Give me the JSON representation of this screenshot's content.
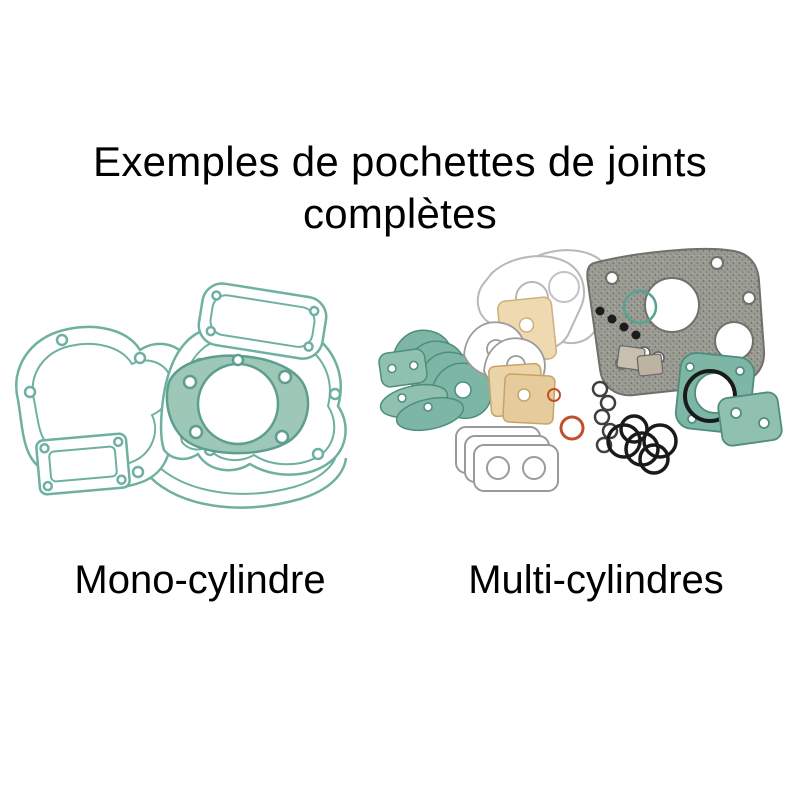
{
  "title": {
    "line1": "Exemples de pochettes de joints",
    "line2": "complètes"
  },
  "sections": {
    "mono": {
      "label": "Mono-cylindre",
      "image": "mono-cylinder-complete-gasket-set-illustration"
    },
    "multi": {
      "label": "Multi-cylindres",
      "image": "multi-cylinder-complete-gasket-set-illustration"
    }
  },
  "colors": {
    "background": "#ffffff",
    "text": "#000000",
    "gasket_teal": "#7db6a5",
    "gasket_teal_dark": "#4f8d7c",
    "gasket_teal_light": "#9dc8b8",
    "speckled_gray": "#8f9189",
    "paper_beige": "#e9d3a7",
    "o_ring_black": "#1a1a1a",
    "o_ring_orange": "#c0502a",
    "outline_gray": "#9a9a9a"
  }
}
